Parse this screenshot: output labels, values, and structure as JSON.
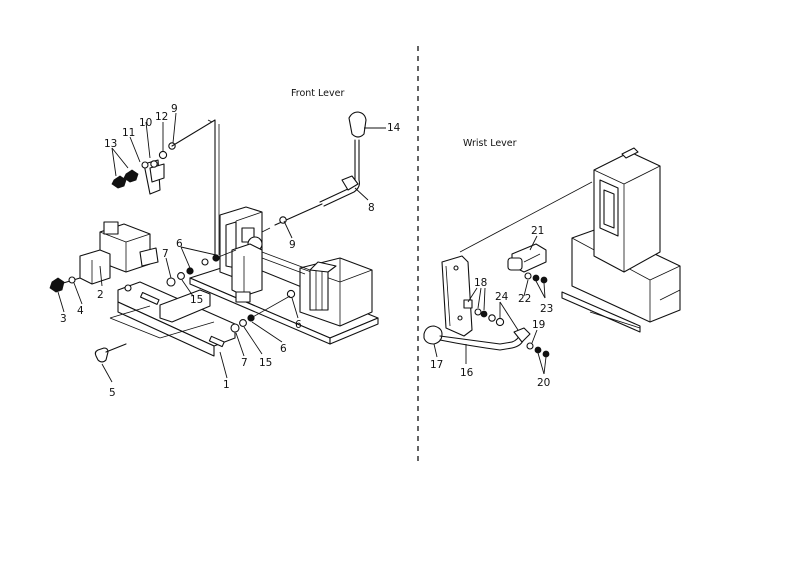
{
  "titles": {
    "front": "Front Lever",
    "wrist": "Wrist Lever"
  },
  "callouts": {
    "c1": "1",
    "c2": "2",
    "c3": "3",
    "c4": "4",
    "c5": "5",
    "c6a": "6",
    "c6b": "6",
    "c6c": "6",
    "c7a": "7",
    "c7b": "7",
    "c8": "8",
    "c9a": "9",
    "c9b": "9",
    "c10": "10",
    "c11": "11",
    "c12": "12",
    "c13": "13",
    "c14": "14",
    "c15a": "15",
    "c15b": "15",
    "c16": "16",
    "c17": "17",
    "c18": "18",
    "c19": "19",
    "c20": "20",
    "c21": "21",
    "c22": "22",
    "c23": "23",
    "c24": "24"
  }
}
